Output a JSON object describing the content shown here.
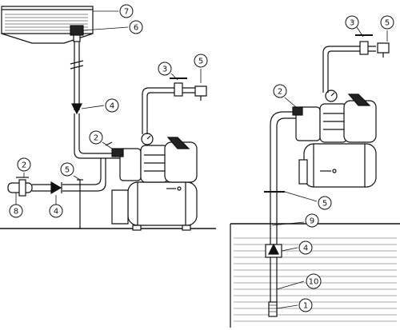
{
  "colors": {
    "line": "#111111",
    "water_hatch": "#555555",
    "background": "#ffffff"
  },
  "callouts": {
    "c1": "1",
    "c2": "2",
    "c3": "3",
    "c4": "4",
    "c5": "5",
    "c6": "6",
    "c7": "7",
    "c8": "8",
    "c9": "9",
    "c10": "10"
  },
  "icons": {
    "tank": "tank-icon",
    "pump": "pump-icon",
    "faucet": "faucet-icon",
    "check_valve": "check-valve-icon",
    "water_well": "water-well-icon"
  }
}
